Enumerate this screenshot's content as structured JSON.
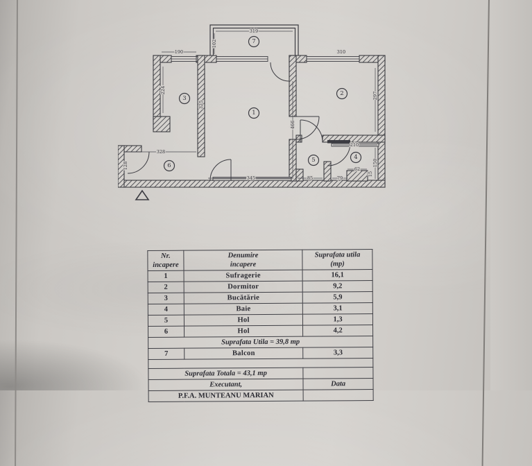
{
  "plan": {
    "rooms": {
      "r1": "1",
      "r2": "2",
      "r3": "3",
      "r4": "4",
      "r5": "5",
      "r6": "6",
      "r7": "7"
    },
    "dims": {
      "balcony_width": "319",
      "balcony_depth": "102",
      "kitchen_width": "190",
      "kitchen_left_height": "224",
      "kitchen_right_height": "325",
      "bedroom_width": "310",
      "bedroom_height": "297",
      "living_height": "466",
      "living_width": "345",
      "hall_width": "328",
      "hall_depth": "128",
      "hall_small_width": "85",
      "bath_lower_width": "79",
      "bath_width": "210",
      "bath_height": "150",
      "shaft_width": "62",
      "shaft_depth": "15"
    }
  },
  "table": {
    "headers": {
      "nr": "Nr.\nincapere",
      "name": "Denumire\nincapere",
      "area": "Suprafata utila\n(mp)"
    },
    "rows": [
      {
        "nr": "1",
        "name": "Sufragerie",
        "area": "16,1"
      },
      {
        "nr": "2",
        "name": "Dormitor",
        "area": "9,2"
      },
      {
        "nr": "3",
        "name": "Bucătărie",
        "area": "5,9"
      },
      {
        "nr": "4",
        "name": "Baie",
        "area": "3,1"
      },
      {
        "nr": "5",
        "name": "Hol",
        "area": "1,3"
      },
      {
        "nr": "6",
        "name": "Hol",
        "area": "4,2"
      }
    ],
    "subtotal": "Suprafata Utila = 39,8 mp",
    "balcony_row": {
      "nr": "7",
      "name": "Balcon",
      "area": "3,3"
    },
    "total": "Suprafata Totala = 43,1 mp",
    "executant_label": "Executant,",
    "date_label": "Data",
    "executant_name": "P.F.A. MUNTEANU MARIAN"
  }
}
